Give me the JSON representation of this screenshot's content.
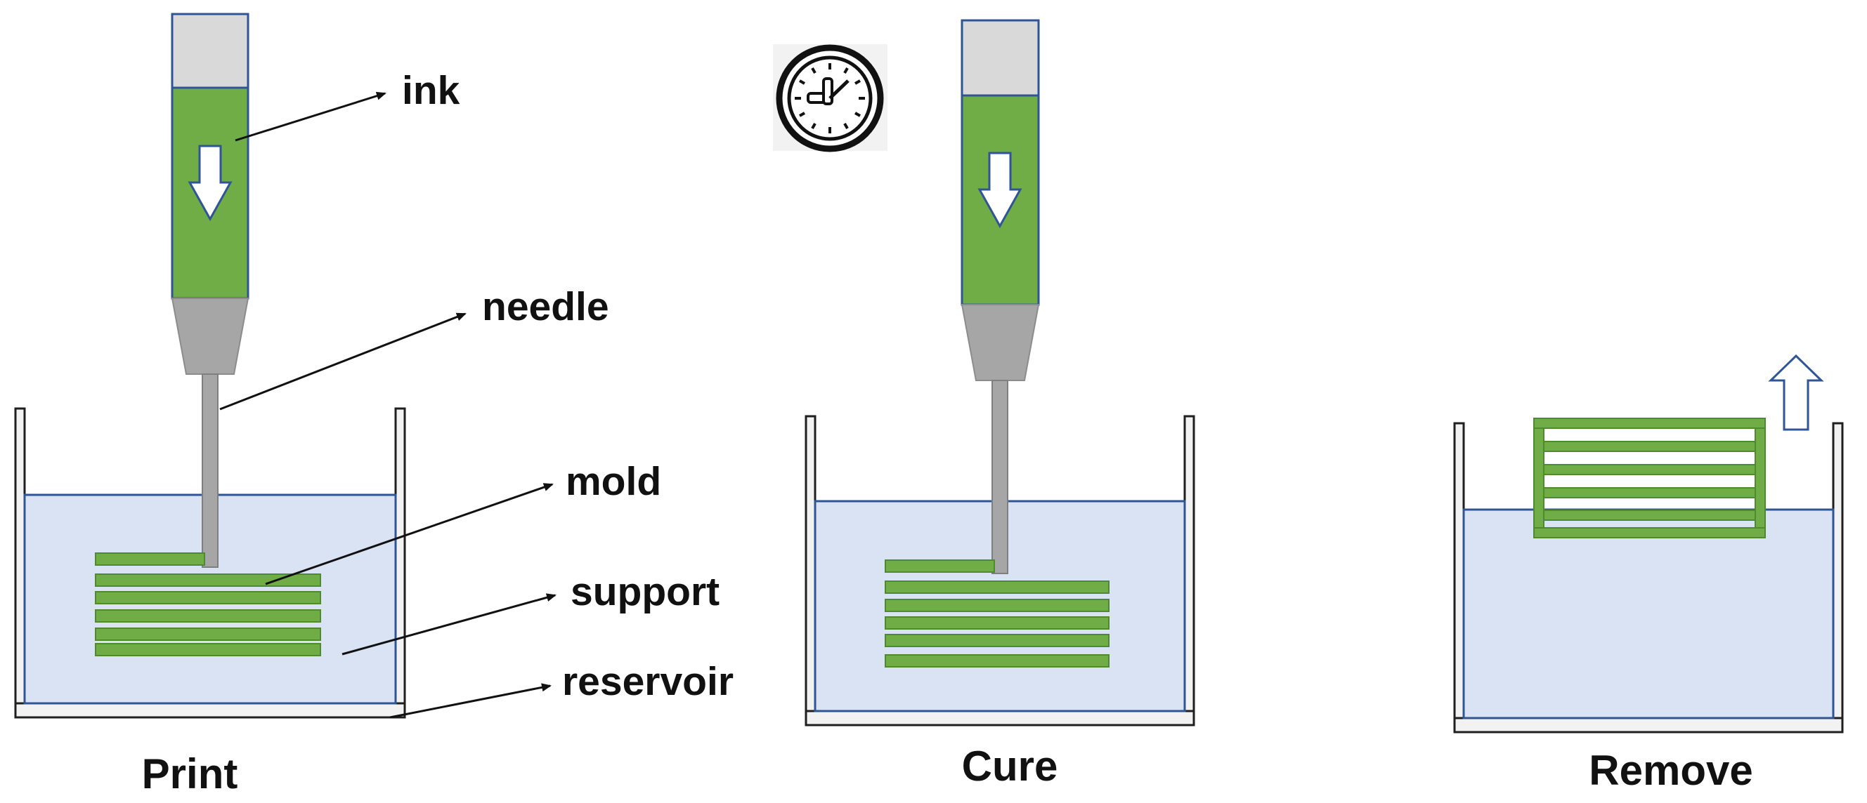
{
  "colors": {
    "ink_green": "#70ad47",
    "ink_green_stroke": "#4e8a2e",
    "cap_gray": "#d9d9d9",
    "nozzle_gray": "#a6a6a6",
    "support_blue": "#dae3f3",
    "support_line": "#2f5597",
    "reservoir_wall": "#f2f2f2",
    "outline": "#1f1f1f",
    "arrow_outline": "#2f5597"
  },
  "callouts": {
    "ink": "ink",
    "needle": "needle",
    "mold": "mold",
    "support": "support",
    "reservoir": "reservoir"
  },
  "steps": {
    "print": "Print",
    "cure": "Cure",
    "remove": "Remove"
  },
  "icons": {
    "timer": "clock-icon",
    "flow": "down-arrow-icon",
    "lift": "up-arrow-icon"
  }
}
